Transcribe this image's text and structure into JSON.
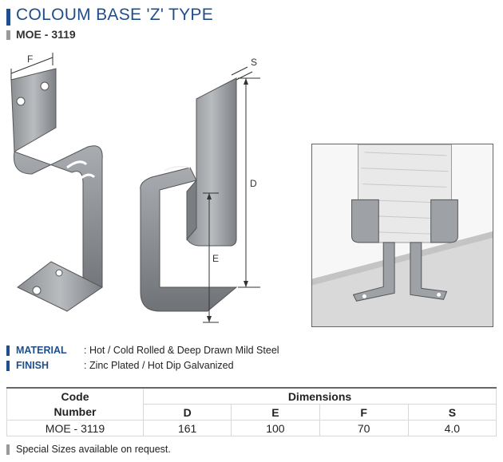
{
  "header": {
    "title": "COLOUM BASE 'Z' TYPE",
    "subtitle": "MOE - 3119"
  },
  "drawing": {
    "dimension_labels": {
      "F": "F",
      "S": "S",
      "D": "D",
      "E": "E"
    }
  },
  "specs": [
    {
      "label": "MATERIAL",
      "value": ": Hot / Cold Rolled & Deep Drawn Mild Steel"
    },
    {
      "label": "FINISH",
      "value": ": Zinc Plated / Hot Dip Galvanized"
    }
  ],
  "table": {
    "code_header_line1": "Code",
    "code_header_line2": "Number",
    "dimensions_header": "Dimensions",
    "columns": [
      "D",
      "E",
      "F",
      "S"
    ],
    "rows": [
      {
        "code": "MOE - 3119",
        "values": [
          "161",
          "100",
          "70",
          "4.0"
        ]
      }
    ]
  },
  "note": "Special Sizes available on request.",
  "colors": {
    "accent": "#1f4e8c",
    "muted": "#9a9a9a"
  }
}
